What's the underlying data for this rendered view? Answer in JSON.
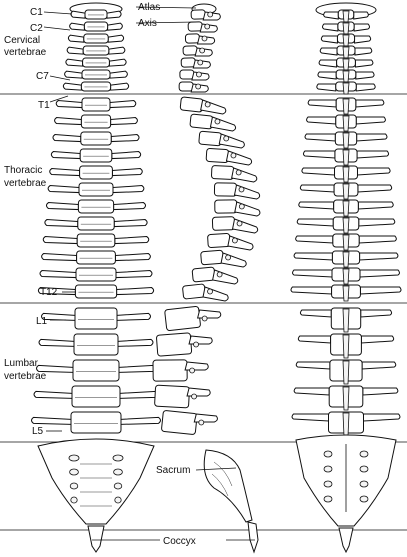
{
  "labels": {
    "c1": "C1",
    "c2": "C2",
    "cervical_line1": "Cervical",
    "cervical_line2": "vertebrae",
    "c7": "C7",
    "t1": "T1",
    "thoracic_line1": "Thoracic",
    "thoracic_line2": "vertebrae",
    "t12": "T12",
    "l1": "L1",
    "lumbar_line1": "Lumbar",
    "lumbar_line2": "vertebrae",
    "l5": "L5",
    "atlas": "Atlas",
    "axis": "Axis",
    "sacrum": "Sacrum",
    "coccyx": "Coccyx"
  },
  "views": [
    "anterior-view",
    "lateral-view",
    "posterior-view"
  ],
  "colors": {
    "ink": "#111111",
    "background": "#ffffff"
  }
}
